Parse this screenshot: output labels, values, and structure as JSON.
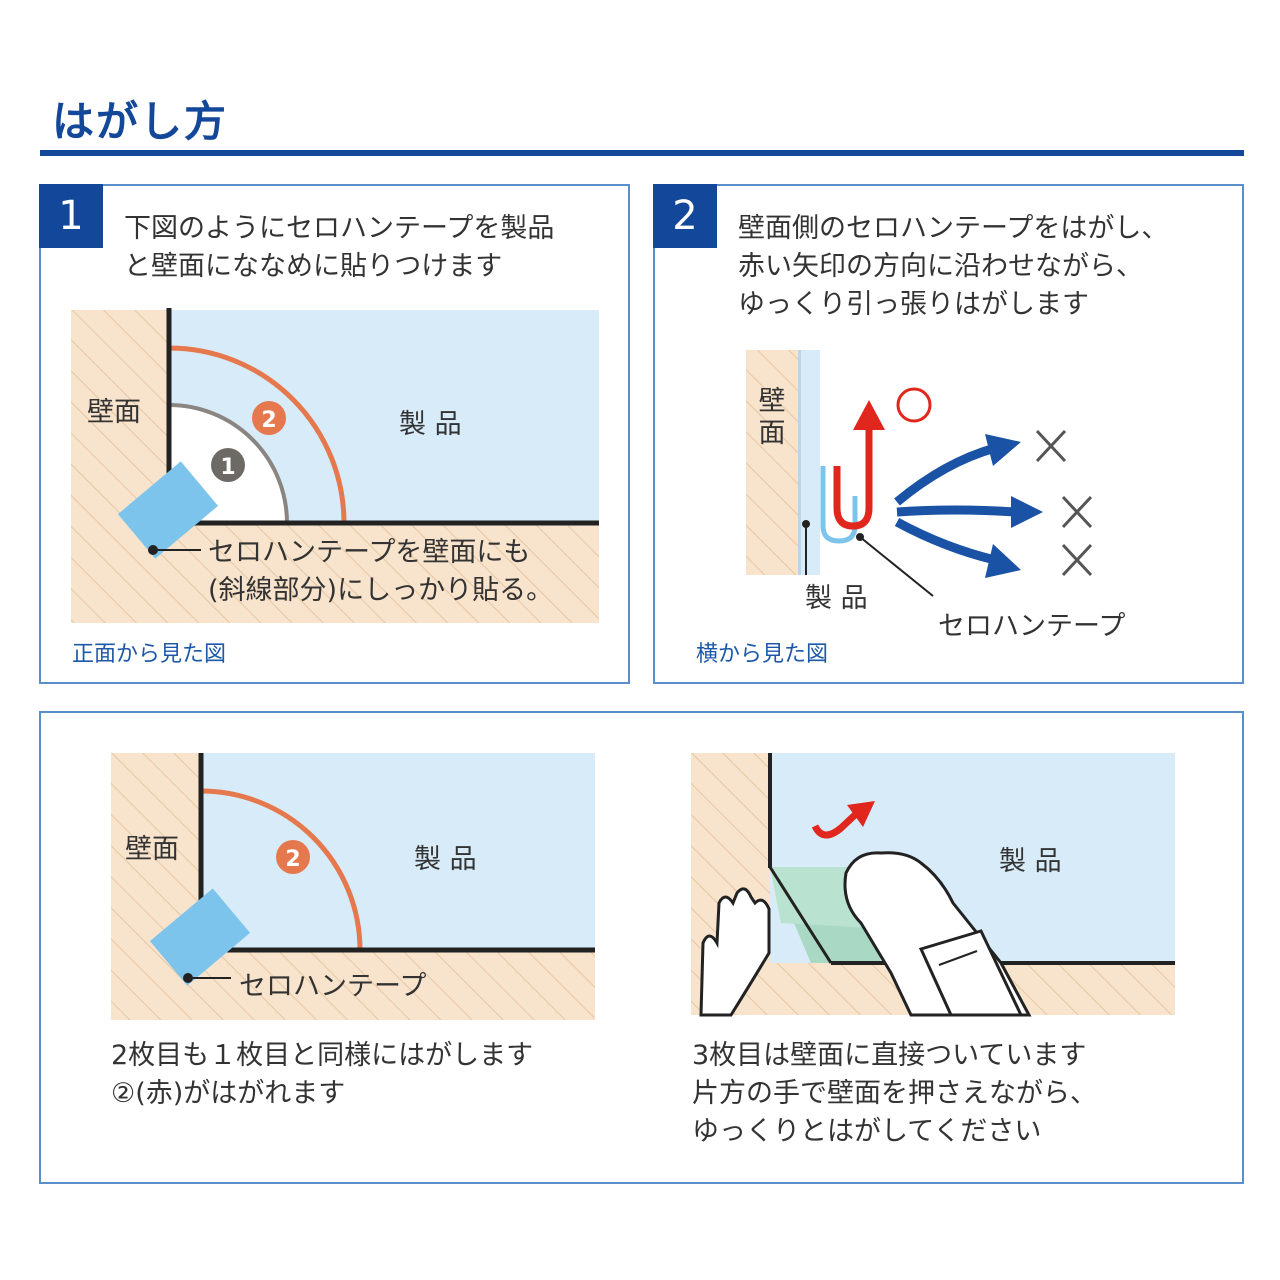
{
  "page_title": "はがし方",
  "colors": {
    "accent": "#12479a",
    "border": "#5b8fc9",
    "wall": "#f8e3cc",
    "product": "#d7ebf8",
    "tape": "#7cc4ec",
    "arc": "#e6784d",
    "arrow_red": "#e0261d",
    "arrow_blue": "#1a52a5"
  },
  "step1": {
    "number": "1",
    "instruction": "下図のようにセロハンテープを製品\nと壁面にななめに貼りつけます",
    "wall_label": "壁面",
    "product_label": "製 品",
    "tape_label": "セロハンテープを壁面にも\n(斜線部分)にしっかり貼る。",
    "marker_1": "1",
    "marker_2": "2",
    "caption": "正面から見た図"
  },
  "step2": {
    "number": "2",
    "instruction": "壁面側のセロハンテープをはがし、\n赤い矢印の方向に沿わせながら、\nゆっくり引っ張りはがします",
    "wall_label": "壁面",
    "product_label": "製 品",
    "tape_label": "セロハンテープ",
    "ok_mark": "○",
    "ng_mark": "×",
    "caption": "横から見た図"
  },
  "step3": {
    "left": {
      "wall_label": "壁面",
      "product_label": "製 品",
      "tape_label": "セロハンテープ",
      "marker_2": "2",
      "text": "2枚目も１枚目と同様にはがします\n②(赤)がはがれます"
    },
    "right": {
      "product_label": "製 品",
      "text": "3枚目は壁面に直接ついています\n片方の手で壁面を押さえながら、\nゆっくりとはがしてください"
    }
  }
}
